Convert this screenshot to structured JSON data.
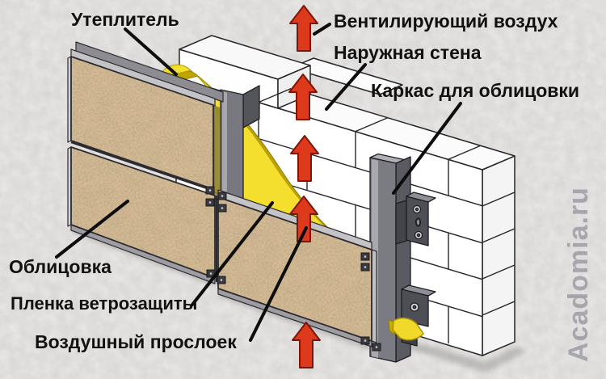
{
  "diagram": {
    "title_context": "ventilated facade construction scheme",
    "labels": {
      "insulation": "Утеплитель",
      "ventilating_air": "Вентилирующий воздух",
      "outer_wall": "Наружная стена",
      "cladding_frame": "Каркас для облицовки",
      "cladding": "Облицовка",
      "wind_film": "Пленка ветрозащиты",
      "air_gap": "Воздушный прослоек"
    },
    "watermark": "Acadomia.ru",
    "colors": {
      "background": "#d8d5d2",
      "wall_white": "#ffffff",
      "insulation_yellow": "#f4df2f",
      "insulation_dark_edge": "#bfa400",
      "panel_tan": "#c8a677",
      "frame_gray": "#7b7b83",
      "arrow_red": "#dc3a1a",
      "arrow_outline": "#7e150a",
      "line_black": "#0d0d0d"
    }
  }
}
